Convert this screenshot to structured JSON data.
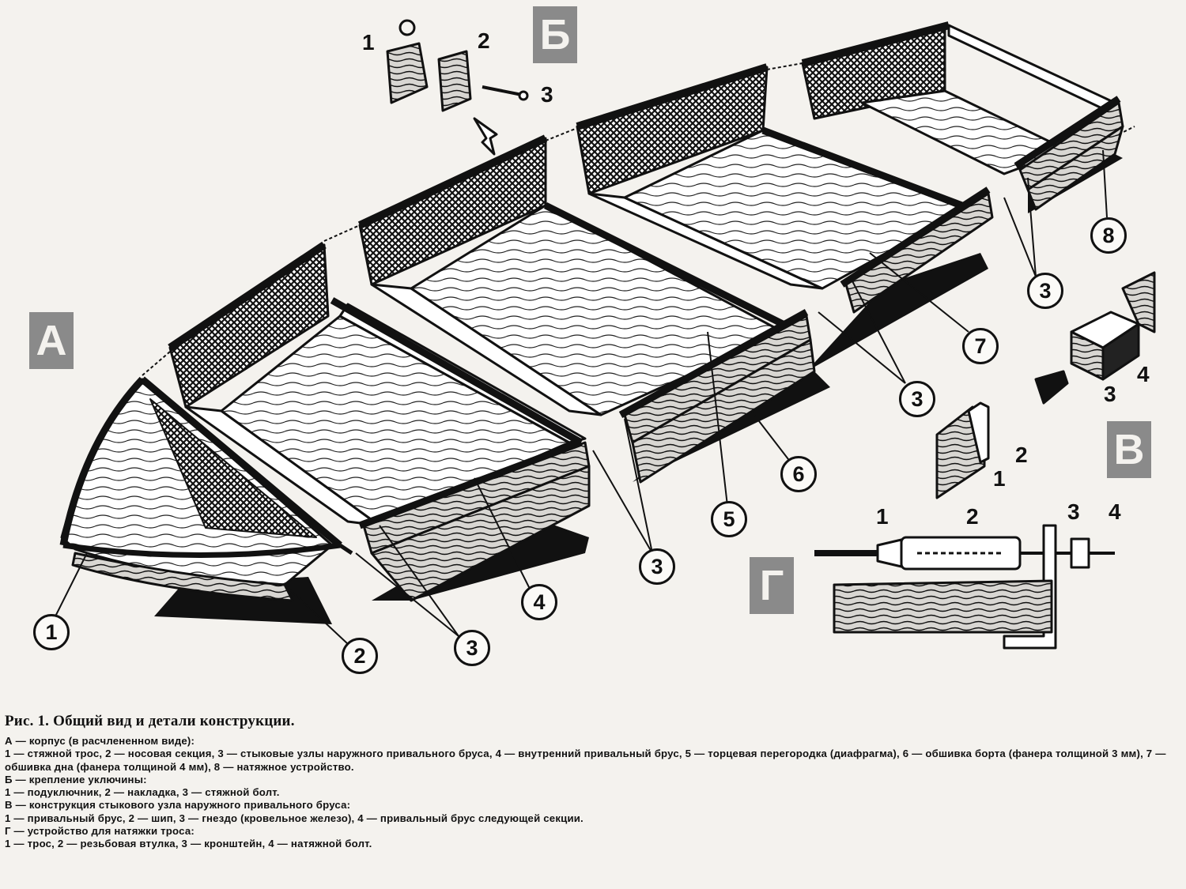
{
  "sections": {
    "a": "А",
    "b": "Б",
    "v": "В",
    "g": "Г"
  },
  "callouts_a": [
    "1",
    "2",
    "3",
    "4",
    "3",
    "5",
    "6",
    "3",
    "7",
    "3",
    "8"
  ],
  "labels_b": [
    "1",
    "2",
    "3"
  ],
  "labels_v": [
    "1",
    "2",
    "3",
    "4"
  ],
  "labels_g": [
    "1",
    "2",
    "3",
    "4"
  ],
  "caption": {
    "title": "Рис. 1. Общий вид и детали конструкции.",
    "a_head": "А — корпус (в расчлененном виде):",
    "a_body": "1 — стяжной трос, 2 — носовая секция, 3 — стыковые узлы наружного привального бруса, 4 — внутренний привальный брус, 5 — торцевая перегородка (диафрагма), 6 — обшивка борта (фанера толщиной 3 мм), 7 — обшивка дна (фанера толщиной 4 мм), 8 — натяжное устройство.",
    "b_head": "Б — крепление уключины:",
    "b_body": "1 — подуключник, 2 — накладка, 3 — стяжной болт.",
    "v_head": "В — конструкция стыкового узла наружного привального бруса:",
    "v_body": "1 — привальный брус, 2 — шип, 3 — гнездо (кровельное железо), 4 — привальный брус следующей секции.",
    "g_head": "Г — устройство для натяжки троса:",
    "g_body": "1 — трос, 2 — резьбовая втулка, 3 — кронштейн, 4 — натяжной болт."
  }
}
